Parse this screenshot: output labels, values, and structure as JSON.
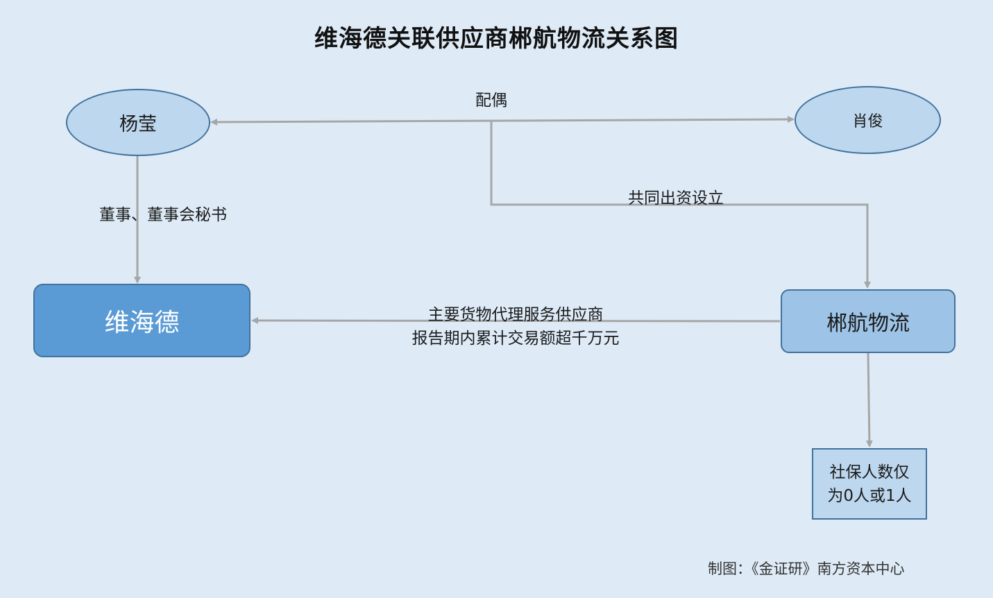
{
  "title": "维海德关联供应商郴航物流关系图",
  "nodes": {
    "yang_ying": "杨莹",
    "xiao_jun": "肖俊",
    "weihaide": "维海德",
    "chenhang": "郴航物流",
    "shebao_line1": "社保人数仅",
    "shebao_line2": "为0人或1人"
  },
  "edges": {
    "spouse": "配偶",
    "director": "董事、董事会秘书",
    "jointly_founded": "共同出资设立",
    "supplier_line1": "主要货物代理服务供应商",
    "supplier_line2": "报告期内累计交易额超千万元"
  },
  "credit": "制图：《金证研》南方资本中心",
  "colors": {
    "background": "#deebf7",
    "line": "#a6a6a6",
    "node_border": "#41719c",
    "weihaide_fill": "#5b9bd5",
    "chenhang_fill": "#9dc3e6",
    "light_fill": "#bdd7ee"
  }
}
